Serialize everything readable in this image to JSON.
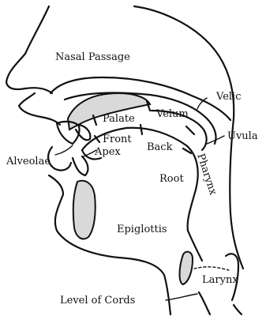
{
  "diagram": {
    "labels": {
      "nasal_passage": "Nasal Passage",
      "velic": "Velic",
      "palate": "Palate",
      "velum": "Velum",
      "uvula": "Uvula",
      "alveolae": "Alveolae",
      "front": "Front",
      "back": "Back",
      "apex": "Apex",
      "root": "Root",
      "pharynx": "Pharynx",
      "epiglottis": "Epiglottis",
      "larynx": "Larynx",
      "level_of_cords": "Level of Cords"
    }
  }
}
